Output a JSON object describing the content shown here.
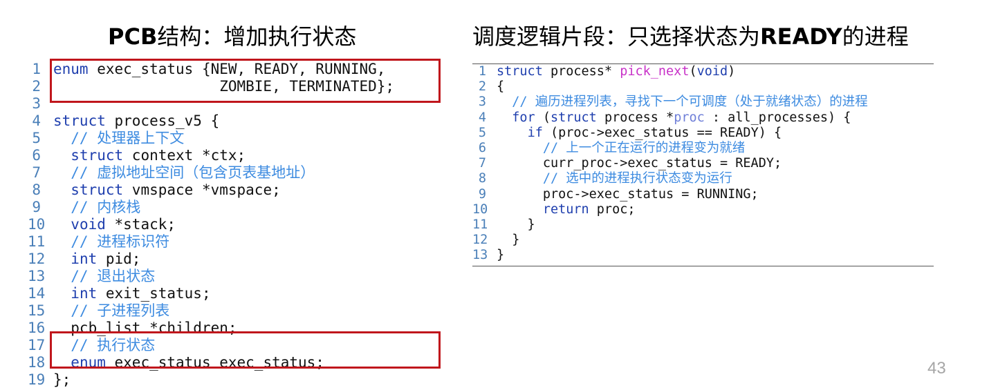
{
  "left": {
    "title_bold": "PCB",
    "title_rest": "结构：增加执行状态",
    "code": [
      {
        "n": "1",
        "segs": [
          {
            "t": "enum",
            "c": "kw"
          },
          {
            "t": " exec_status {NEW, READY, RUNNING,",
            "c": "tx"
          }
        ]
      },
      {
        "n": "2",
        "segs": [
          {
            "t": "                   ZOMBIE, TERMINATED};",
            "c": "tx"
          }
        ]
      },
      {
        "n": "3",
        "segs": []
      },
      {
        "n": "4",
        "segs": [
          {
            "t": "struct",
            "c": "kw"
          },
          {
            "t": " process_v5 {",
            "c": "tx"
          }
        ]
      },
      {
        "n": "5",
        "segs": [
          {
            "t": "  // 处理器上下文",
            "c": "cm"
          }
        ]
      },
      {
        "n": "6",
        "segs": [
          {
            "t": "  ",
            "c": "tx"
          },
          {
            "t": "struct",
            "c": "kw"
          },
          {
            "t": " context *ctx;",
            "c": "tx"
          }
        ]
      },
      {
        "n": "7",
        "segs": [
          {
            "t": "  // 虚拟地址空间（包含页表基地址）",
            "c": "cm"
          }
        ]
      },
      {
        "n": "8",
        "segs": [
          {
            "t": "  ",
            "c": "tx"
          },
          {
            "t": "struct",
            "c": "kw"
          },
          {
            "t": " vmspace *vmspace;",
            "c": "tx"
          }
        ]
      },
      {
        "n": "9",
        "segs": [
          {
            "t": "  // 内核栈",
            "c": "cm"
          }
        ]
      },
      {
        "n": "10",
        "segs": [
          {
            "t": "  ",
            "c": "tx"
          },
          {
            "t": "void",
            "c": "kw"
          },
          {
            "t": " *stack;",
            "c": "tx"
          }
        ]
      },
      {
        "n": "11",
        "segs": [
          {
            "t": "  // 进程标识符",
            "c": "cm"
          }
        ]
      },
      {
        "n": "12",
        "segs": [
          {
            "t": "  ",
            "c": "tx"
          },
          {
            "t": "int",
            "c": "kw"
          },
          {
            "t": " pid;",
            "c": "tx"
          }
        ]
      },
      {
        "n": "13",
        "segs": [
          {
            "t": "  // 退出状态",
            "c": "cm"
          }
        ]
      },
      {
        "n": "14",
        "segs": [
          {
            "t": "  ",
            "c": "tx"
          },
          {
            "t": "int",
            "c": "kw"
          },
          {
            "t": " exit_status;",
            "c": "tx"
          }
        ]
      },
      {
        "n": "15",
        "segs": [
          {
            "t": "  // 子进程列表",
            "c": "cm"
          }
        ]
      },
      {
        "n": "16",
        "segs": [
          {
            "t": "  pcb_list *children;",
            "c": "tx"
          }
        ]
      },
      {
        "n": "17",
        "segs": [
          {
            "t": "  // 执行状态",
            "c": "cm"
          }
        ]
      },
      {
        "n": "18",
        "segs": [
          {
            "t": "  ",
            "c": "tx"
          },
          {
            "t": "enum",
            "c": "kw"
          },
          {
            "t": " exec_status exec_status;",
            "c": "tx"
          }
        ]
      },
      {
        "n": "19",
        "segs": [
          {
            "t": "};",
            "c": "tx"
          }
        ]
      }
    ]
  },
  "right": {
    "title_pre": "调度逻辑片段：只选择状态为",
    "title_bold": "READY",
    "title_post": "的进程",
    "code": [
      {
        "n": "1",
        "segs": [
          {
            "t": "struct",
            "c": "kw"
          },
          {
            "t": " process* ",
            "c": "tx"
          },
          {
            "t": "pick_next",
            "c": "fn"
          },
          {
            "t": "(",
            "c": "tx"
          },
          {
            "t": "void",
            "c": "kw"
          },
          {
            "t": ")",
            "c": "tx"
          }
        ]
      },
      {
        "n": "2",
        "segs": [
          {
            "t": "{",
            "c": "tx"
          }
        ]
      },
      {
        "n": "3",
        "segs": [
          {
            "t": "  // 遍历进程列表，寻找下一个可调度（处于就绪状态）的进程",
            "c": "cm"
          }
        ]
      },
      {
        "n": "4",
        "segs": [
          {
            "t": "  ",
            "c": "tx"
          },
          {
            "t": "for",
            "c": "kw"
          },
          {
            "t": " (",
            "c": "tx"
          },
          {
            "t": "struct",
            "c": "kw"
          },
          {
            "t": " process *",
            "c": "tx"
          },
          {
            "t": "proc",
            "c": "pv"
          },
          {
            "t": " : all_processes) {",
            "c": "tx"
          }
        ]
      },
      {
        "n": "5",
        "segs": [
          {
            "t": "    ",
            "c": "tx"
          },
          {
            "t": "if",
            "c": "kw"
          },
          {
            "t": " (proc->exec_status == READY) {",
            "c": "tx"
          }
        ]
      },
      {
        "n": "6",
        "segs": [
          {
            "t": "      // 上一个正在运行的进程变为就绪",
            "c": "cm"
          }
        ]
      },
      {
        "n": "7",
        "segs": [
          {
            "t": "      curr_proc->exec_status = READY;",
            "c": "tx"
          }
        ]
      },
      {
        "n": "8",
        "segs": [
          {
            "t": "      // 选中的进程执行状态变为运行",
            "c": "cm"
          }
        ]
      },
      {
        "n": "9",
        "segs": [
          {
            "t": "      proc->exec_status = RUNNING;",
            "c": "tx"
          }
        ]
      },
      {
        "n": "10",
        "segs": [
          {
            "t": "      ",
            "c": "tx"
          },
          {
            "t": "return",
            "c": "kw"
          },
          {
            "t": " proc;",
            "c": "tx"
          }
        ]
      },
      {
        "n": "11",
        "segs": [
          {
            "t": "    }",
            "c": "tx"
          }
        ]
      },
      {
        "n": "12",
        "segs": [
          {
            "t": "  }",
            "c": "tx"
          }
        ]
      },
      {
        "n": "13",
        "segs": [
          {
            "t": "}",
            "c": "tx"
          }
        ]
      }
    ]
  },
  "page_number": "43",
  "colors": {
    "keyword": "#1f3fae",
    "comment": "#3d8be0",
    "function": "#c832c8",
    "highlight_box": "#c0161c"
  }
}
